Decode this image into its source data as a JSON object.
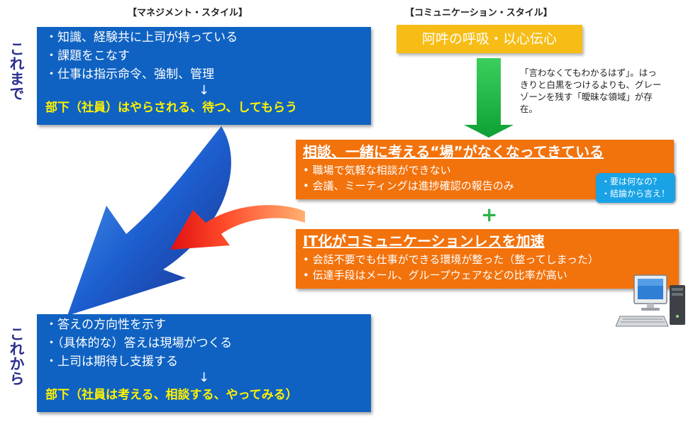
{
  "headers": {
    "management": "【マネジメント・スタイル】",
    "communication": "【コミュニケーション・スタイル】"
  },
  "labels": {
    "before": "これまで",
    "after": "これから"
  },
  "before_box": {
    "lines": [
      "・知識、経験共に上司が持っている",
      "・課題をこなす",
      "・仕事は指示命令、強制、管理"
    ],
    "arrow": "↓",
    "highlight": "部下（社員）はやらされる、待つ、してもらう"
  },
  "after_box": {
    "lines": [
      "・答えの方向性を示す",
      "・（具体的な）答えは現場がつくる",
      "・上司は期待し支援する"
    ],
    "arrow": "↓",
    "highlight": "部下（社員は考える、相談する、やってみる）"
  },
  "yellow_box": {
    "text": "阿吽の呼吸・以心伝心"
  },
  "note": {
    "text": "「言わなくてもわかるはず」。はっきりと白黒をつけるよりも、グレーゾーンを残す「曖昧な領域」が存在。"
  },
  "orange1": {
    "title": "相談、一緒に考える“場”がなくなってきている",
    "bullets": [
      "•  職場で気軽な相談ができない",
      "•  会議、ミーティングは進捗確認の報告のみ"
    ]
  },
  "tip": {
    "lines": [
      "・要は何なの？",
      "・結論から言え！"
    ]
  },
  "plus": "+",
  "orange2": {
    "title": "IT化がコミュニケーションレスを加速",
    "bullets": [
      "•  会話不要でも仕事ができる環境が整った（整ってしまった）",
      "•  伝達手段はメール、グループウェアなどの比率が高い"
    ]
  },
  "colors": {
    "blue": "#0f62c2",
    "orange": "#f2720c",
    "yellow": "#f7bd16",
    "green": "#22b14c",
    "navy": "#2b2f8e",
    "highlight": "#fff200"
  }
}
